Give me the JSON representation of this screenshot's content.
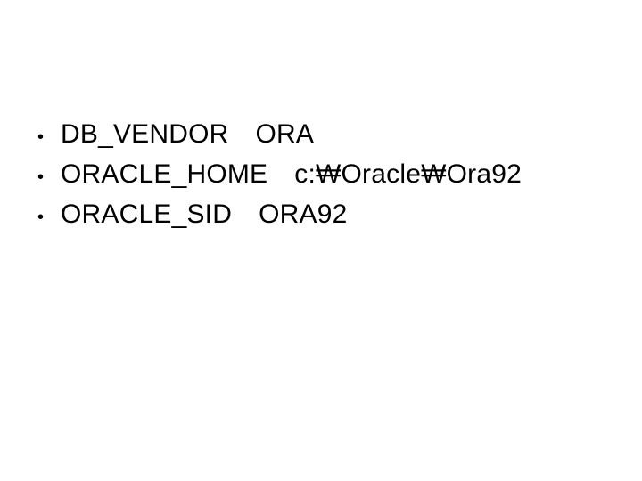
{
  "slide": {
    "background_color": "#ffffff",
    "text_color": "#000000",
    "bullet_glyph": "•",
    "items": [
      {
        "name": "DB_VENDOR",
        "value": "ORA",
        "full_text": "DB_VENDOR   ORA"
      },
      {
        "name": "ORACLE_HOME",
        "value": "c:₩Oracle₩Ora92",
        "full_text": "ORACLE_HOME   c:₩Oracle₩Ora92"
      },
      {
        "name": "ORACLE_SID",
        "value": "ORA92",
        "full_text": "ORACLE_SID   ORA92"
      }
    ]
  }
}
